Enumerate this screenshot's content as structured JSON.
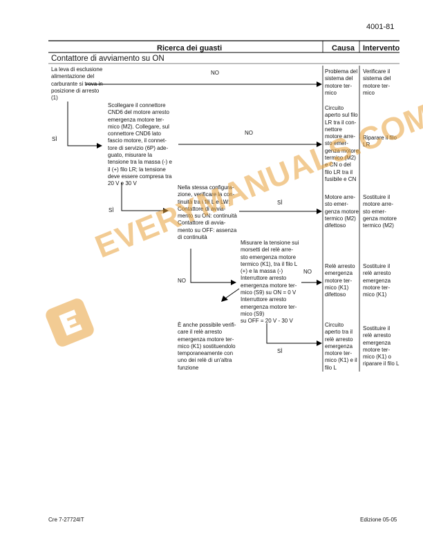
{
  "page_number": "4001-81",
  "header": {
    "col1": "Ricerca dei guasti",
    "col2": "Causa",
    "col3": "Intervento"
  },
  "section_title": "Contattore di avviamento su ON",
  "steps": {
    "s1": "La leva di esclusione\nalimentazione del\ncarburante si trova in\nposizione di arresto\n(1)",
    "s2": "Scollegare il connettore\nCND6 del motore arresto\nemergenza motore ter-\nmico (M2). Collegare, sul\nconnettore CND6 lato\nfascio motore, il connet-\ntore di servizio (6P) ade-\nguato, misurare la\ntensione tra la massa (-) e\nil (+) filo LR; la tensione\ndeve essere compresa tra\n20 V e 30 V",
    "s3": "Nella stessa configura-\nzione, verificare la con-\ntinuità tra i fili L e LW:\nContattore di avvia-\nmento su ON: continuità\nContattore di avvia-\nmento su OFF: assenza\ndi continuità",
    "s4": "Misurare la tensione sui\nmorsetti del relè arre-\nsto emergenza motore\ntermico (K1), tra il filo L\n(+) e la massa (-)\nInterruttore arresto\nemergenza motore ter-\nmico (S9) su ON = 0 V\nInterruttore arresto\nemergenza motore ter-\nmico (S9)\nsu OFF = 20 V - 30 V",
    "s5": "È anche possibile verifi-\ncare il relè arresto\nemergenza motore ter-\nmico (K1) sostituendolo\ntemporaneamente con\nuno dei relè di un'altra\nfunzione"
  },
  "causes": {
    "c1": "Problema del\nsistema del\nmotore ter-\nmico",
    "c2": "Circuito\naperto sul filo\nLR tra il con-\nnettore\nmotore arre-\nsto emer-\ngenza motore\ntermico (M2)\ne CN o del\nfilo LR tra il\nfusibile e CN",
    "c3": "Motore arre-\nsto emer-\ngenza motore\ntermico (M2)\ndifettoso",
    "c4": "Relè arresto\nemergenza\nmotore ter-\nmico (K1)\ndifettoso",
    "c5": "Circuito\naperto tra il\nrelè arresto\nemergenza\nmotore ter-\nmico (K1) e il\nfilo L"
  },
  "actions": {
    "a1": "Verificare il\nsistema del\nmotore ter-\nmico",
    "a2": "Riparare il filo\nLR",
    "a3": "Sostituire il\nmotore arre-\nsto emer-\ngenza motore\ntermico (M2)",
    "a4": "Sostituire il\nrelè arresto\nemergenza\nmotore ter-\nmico (K1)",
    "a5": "Sostituire il\nrelè arresto\nemergenza\nmotore ter-\nmico (K1) o\nriparare il filo L"
  },
  "labels": {
    "no": "NO",
    "si": "SÌ"
  },
  "watermark": "EVERYMANUALS.COM",
  "footer": {
    "left": "Cre  7-27724IT",
    "right": "Edizione 05-05"
  },
  "colors": {
    "watermark": "#e8a23b"
  }
}
